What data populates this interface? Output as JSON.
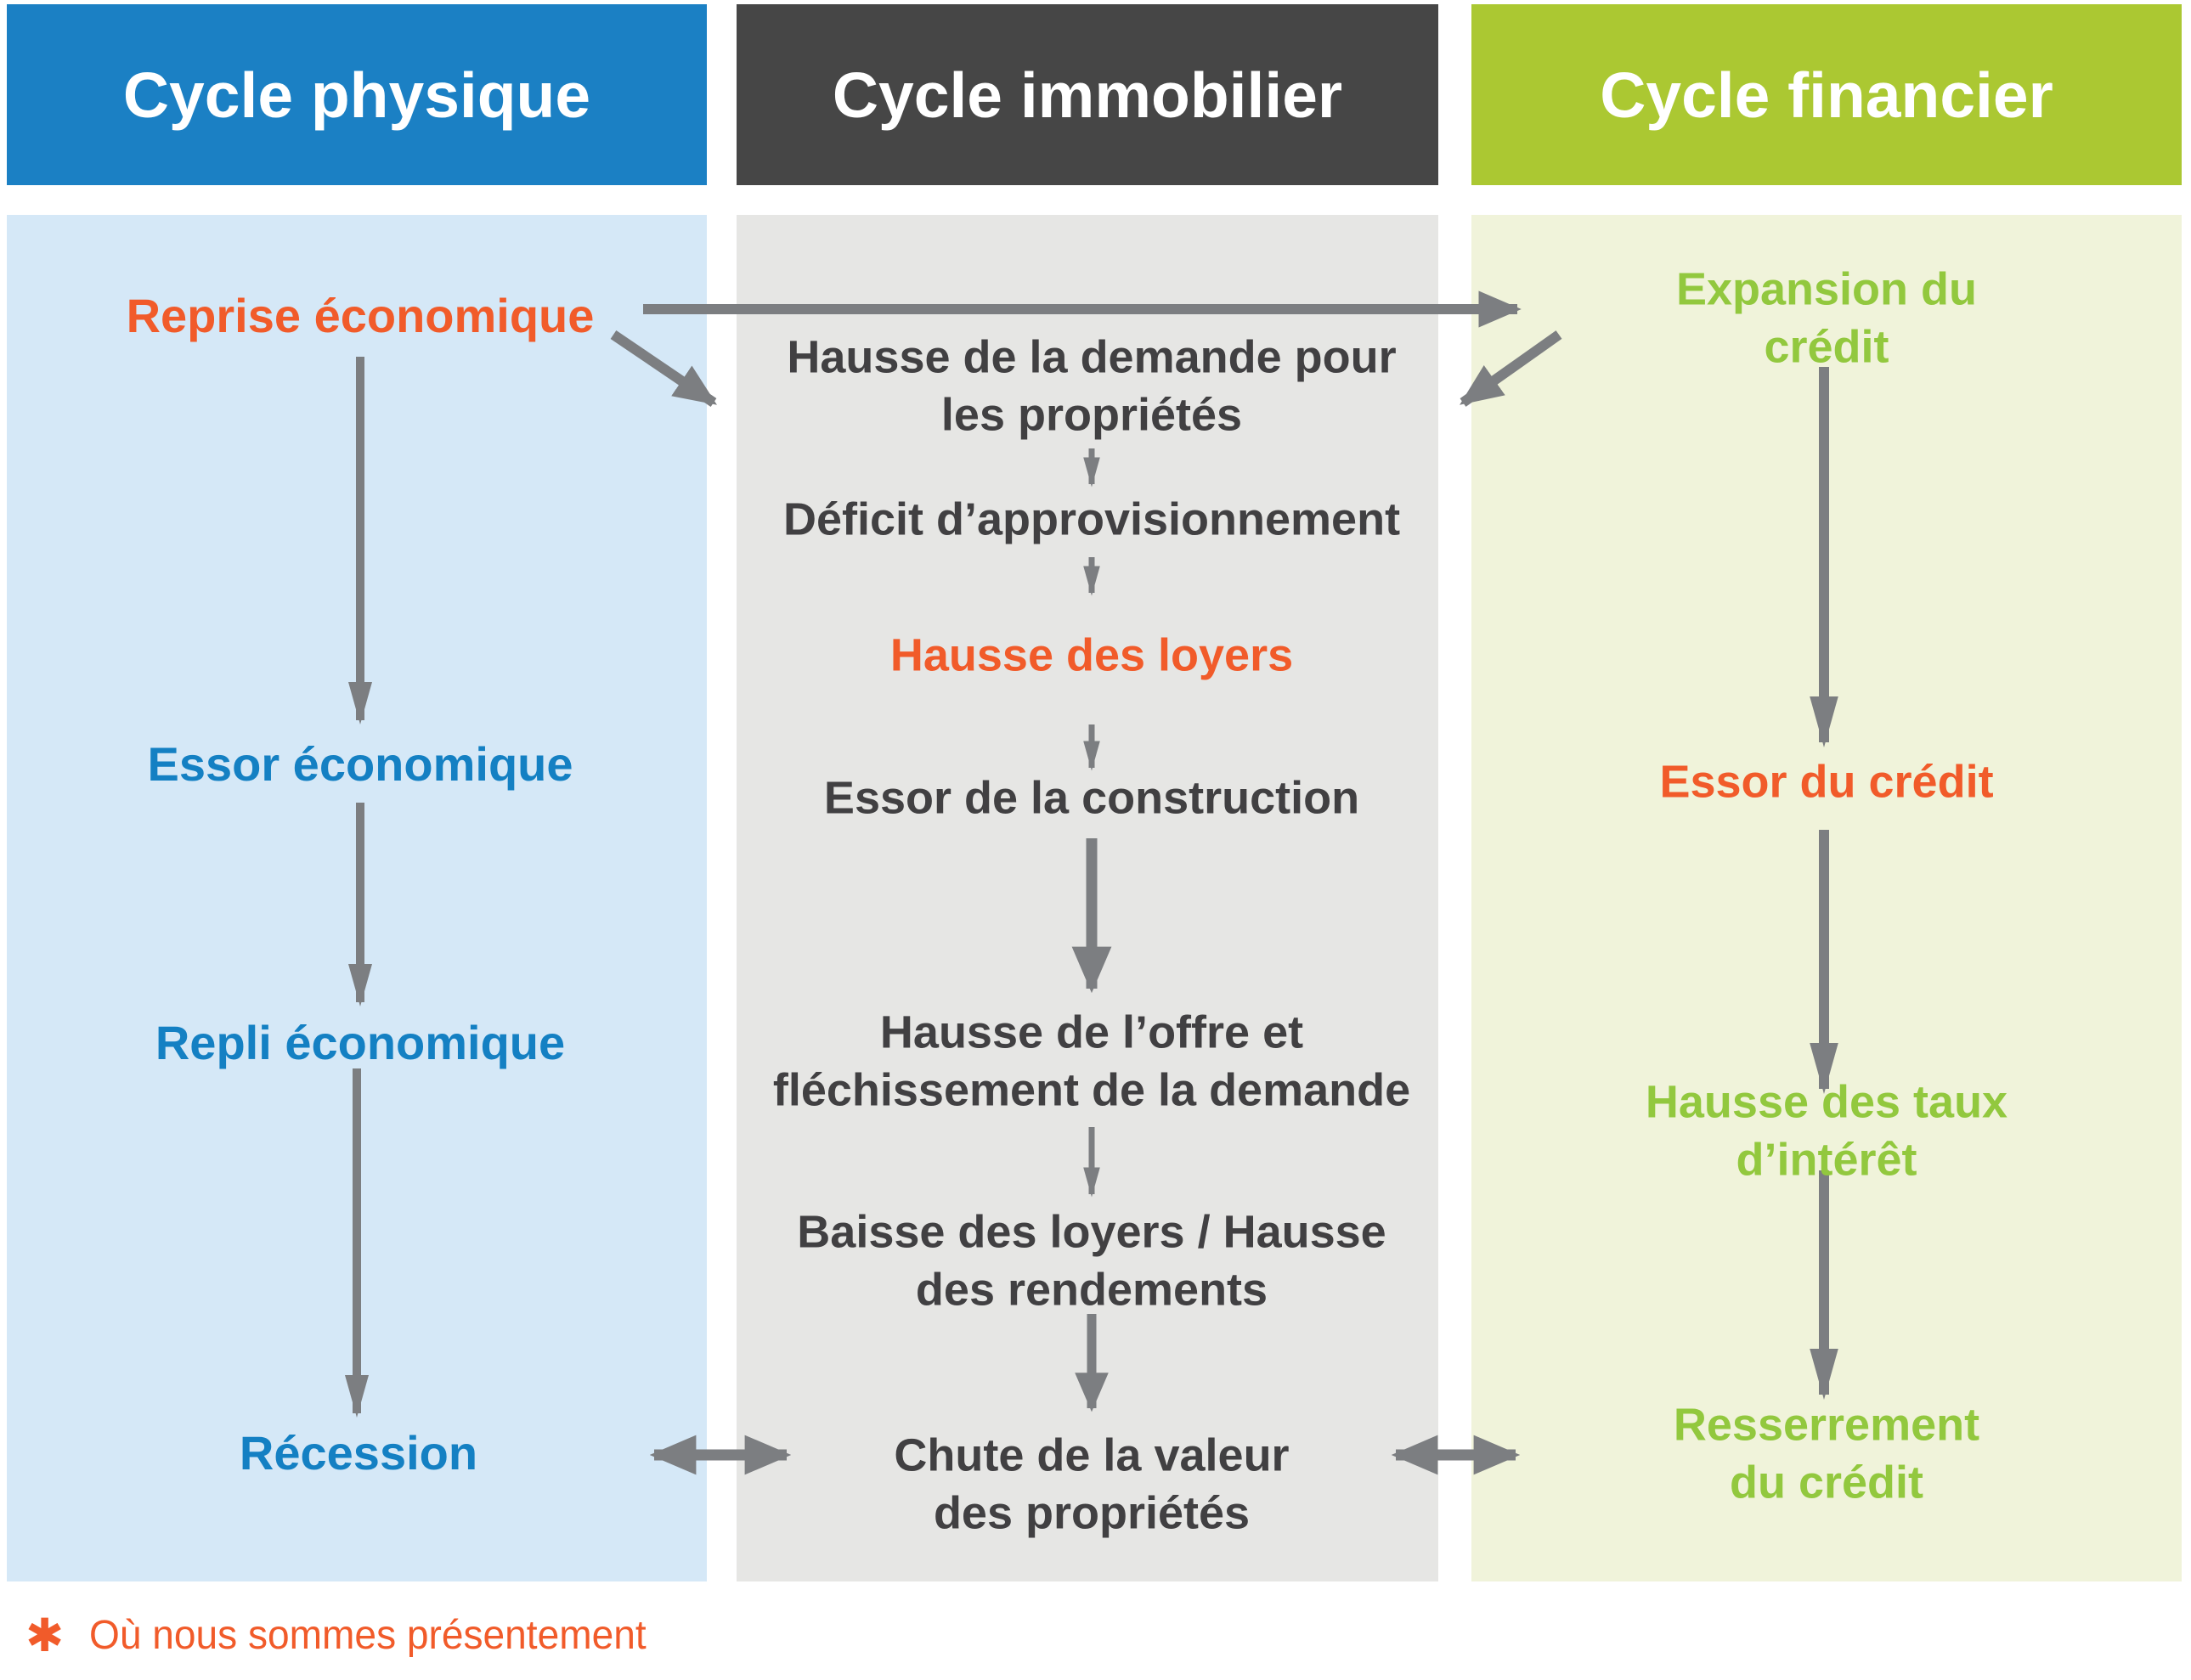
{
  "columns": [
    {
      "header": "Cycle physique",
      "items": [
        {
          "label": "Reprise économique",
          "highlight": "orange"
        },
        {
          "label": "Essor économique",
          "highlight": "blue"
        },
        {
          "label": "Repli économique",
          "highlight": "blue"
        },
        {
          "label": "Récession",
          "highlight": "blue"
        }
      ]
    },
    {
      "header": "Cycle immobilier",
      "items": [
        {
          "label": "Hausse de la demande pour\nles propriétés",
          "highlight": "dark"
        },
        {
          "label": "Déficit d’approvisionnement",
          "highlight": "dark"
        },
        {
          "label": "Hausse des loyers",
          "highlight": "orange"
        },
        {
          "label": "Essor de la construction",
          "highlight": "dark"
        },
        {
          "label": "Hausse de l’offre et\nfléchissement de la demande",
          "highlight": "dark"
        },
        {
          "label": "Baisse des loyers / Hausse\ndes rendements",
          "highlight": "dark"
        },
        {
          "label": "Chute de la valeur\ndes propriétés",
          "highlight": "dark"
        }
      ]
    },
    {
      "header": "Cycle financier",
      "items": [
        {
          "label": "Expansion du crédit",
          "highlight": "green"
        },
        {
          "label": "Essor du crédit",
          "highlight": "orange"
        },
        {
          "label": "Hausse des taux d’intérêt",
          "highlight": "green"
        },
        {
          "label": "Resserrement du crédit",
          "highlight": "green"
        }
      ]
    }
  ],
  "legend": {
    "symbol": "✱",
    "text": "Où nous sommes présentement"
  },
  "colors": {
    "blue_header_bg": "#1b80c4",
    "dark_header_bg": "#464646",
    "green_header_bg": "#abc832",
    "blue_body_bg": "#d5e8f7",
    "gray_body_bg": "#e6e6e4",
    "green_body_bg": "#f0f3da",
    "orange_text": "#f15b2a",
    "blue_text": "#1480c3",
    "dark_text": "#414042",
    "green_text": "#92c83e",
    "arrow_gray": "#7c7e81"
  }
}
